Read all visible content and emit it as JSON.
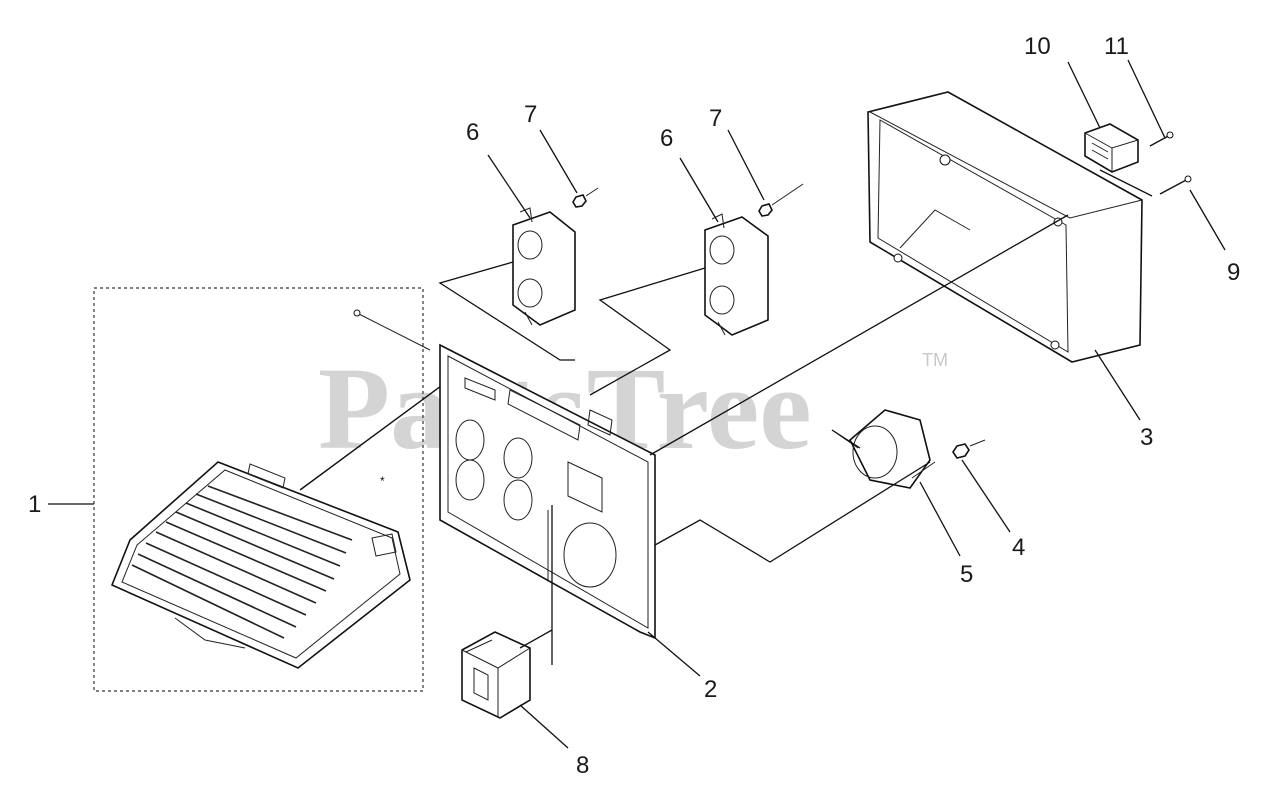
{
  "watermark": {
    "text": "PartsTree",
    "trademark": "TM"
  },
  "callouts": {
    "c1": "1",
    "c2": "2",
    "c3": "3",
    "c4": "4",
    "c5": "5",
    "c6a": "6",
    "c6b": "6",
    "c7a": "7",
    "c7b": "7",
    "c8": "8",
    "c9": "9",
    "c10": "10",
    "c11": "11"
  },
  "colors": {
    "line": "#111111",
    "watermark": "#d4d4d4",
    "background": "#ffffff"
  }
}
